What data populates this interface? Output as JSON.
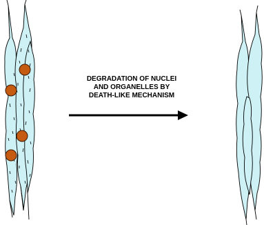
{
  "caption": {
    "lines": [
      "DEGRADATION OF NUCLEI",
      "AND ORGANELLES BY",
      "DEATH-LIKE MECHANISM"
    ]
  },
  "colors": {
    "cell_fill": "#cdf1f5",
    "outline": "#000000",
    "nucleus_fill": "#c55a11",
    "nucleus_stroke": "#3a1a05"
  },
  "icons": {
    "arrow": "right-arrow-icon"
  }
}
